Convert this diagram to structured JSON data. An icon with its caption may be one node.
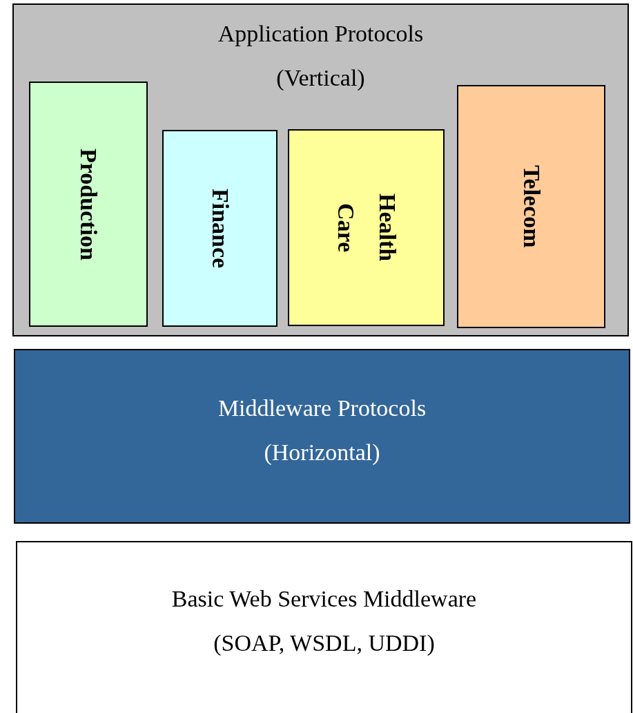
{
  "diagram": {
    "nodes": [
      {
        "text": [
          "Application Protocols",
          "(Vertical)"
        ]
      },
      {
        "text": [
          "Production"
        ],
        "in": 0
      },
      {
        "text": [
          "Finance"
        ],
        "in": 0
      },
      {
        "text": [
          "Health Care"
        ],
        "in": 0
      },
      {
        "text": [
          "Telecom"
        ],
        "in": 0
      },
      {
        "text": [
          "Middleware Protocols",
          "(Horizontal)"
        ]
      },
      {
        "text": [
          "Basic Web Services Middleware",
          "(SOAP, WSDL, UDDI)"
        ]
      }
    ]
  }
}
